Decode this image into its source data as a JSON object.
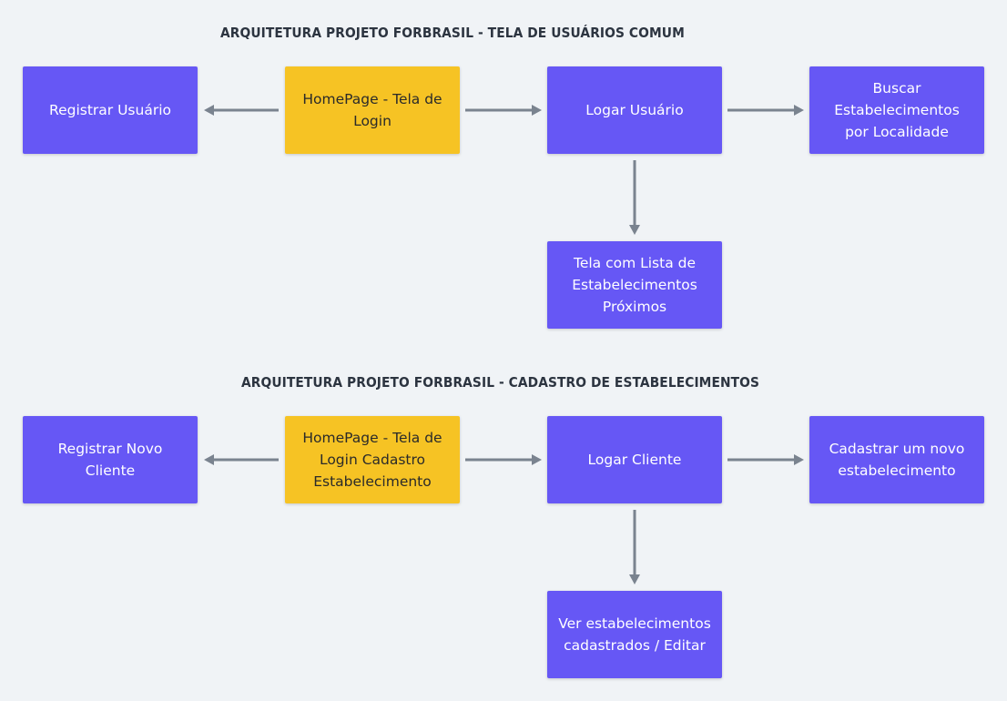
{
  "colors": {
    "background": "#f0f3f6",
    "process_box": "#6657f5",
    "entry_box": "#f6c324",
    "arrow": "#7a838f",
    "title": "#2c3440"
  },
  "section_user": {
    "title": "ARQUITETURA PROJETO FORBRASIL - TELA DE USUÁRIOS COMUM",
    "register": "Registrar Usuário",
    "homepage": "HomePage - Tela de Login",
    "login": "Logar Usuário",
    "search": "Buscar Estabelecimentos por Localidade",
    "nearby_list": "Tela com Lista de Estabelecimentos Próximos"
  },
  "section_business": {
    "title": "ARQUITETURA PROJETO FORBRASIL - CADASTRO DE ESTABELECIMENTOS",
    "register": "Registrar Novo Cliente",
    "homepage": "HomePage - Tela de Login Cadastro Estabelecimento",
    "login": "Logar Cliente",
    "create": "Cadastrar um novo estabelecimento",
    "view_edit": "Ver estabelecimentos cadastrados / Editar"
  }
}
